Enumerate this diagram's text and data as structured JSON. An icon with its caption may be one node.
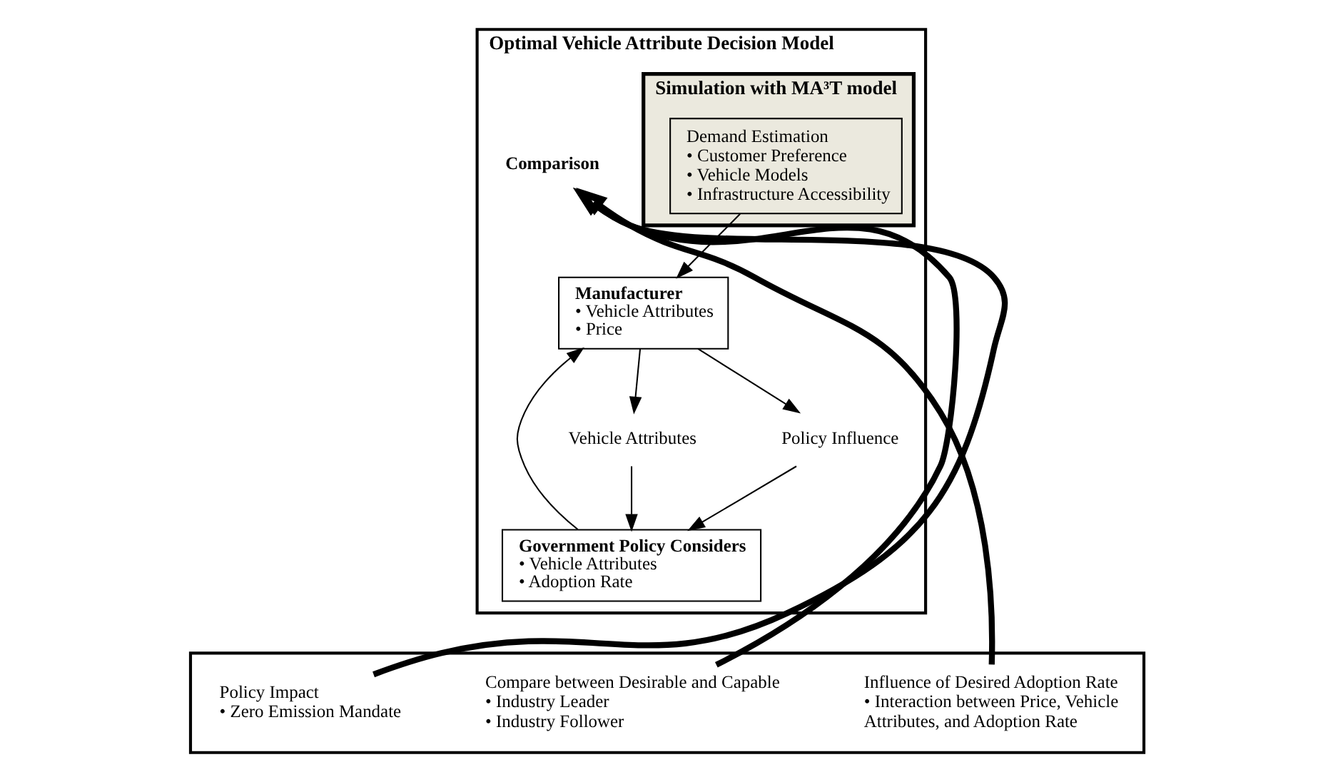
{
  "diagram": {
    "nodes": [
      {
        "text": [
          "Optimal Vehicle Attribute Decision Model"
        ]
      },
      {
        "text": [
          "Simulation with MA³T model"
        ],
        "in": 0
      },
      {
        "text": [
          "Demand Estimation",
          "• Customer Preference",
          "• Vehicle Models",
          "• Infrastructure Accessibility"
        ],
        "in": 1
      },
      {
        "text": [
          "Government Policy Considers",
          "• Vehicle Attributes",
          "• Adoption Rate"
        ],
        "in": 0
      },
      {
        "text": [
          "Manufacturer",
          "• Vehicle Attributes",
          "• Price"
        ],
        "in": 0
      },
      {
        "text": [
          "Vehicle Attributes"
        ],
        "in": 0
      },
      {
        "text": [
          "Policy Influence"
        ],
        "in": 0
      },
      {
        "text": [
          "Comparison"
        ],
        "in": 0
      },
      {
        "text": [],
        "shape": "box"
      },
      {
        "text": [
          "Influence of Desired Adoption Rate",
          "• Interaction between Price, Vehicle Attributes, and Adoption Rate"
        ],
        "in": 8
      },
      {
        "text": [
          "Compare between Desirable and Capable",
          "• Industry Leader",
          "• Industry Follower"
        ],
        "in": 8
      },
      {
        "text": [
          "Policy Impact",
          "• Zero Emission Mandate"
        ],
        "in": 8
      }
    ],
    "edges": [
      {
        "from": 3,
        "to": 4,
        "arrow": "to"
      },
      {
        "from": 2,
        "to": 4,
        "arrow": "to"
      },
      {
        "from": 4,
        "to": 5,
        "arrow": "to"
      },
      {
        "from": 4,
        "to": 6,
        "arrow": "to"
      },
      {
        "from": 5,
        "to": 3,
        "arrow": "to"
      },
      {
        "from": 6,
        "to": 3,
        "arrow": "to"
      },
      {
        "from": 9,
        "to": 7,
        "arrow": "to",
        "style": "thick"
      },
      {
        "from": 10,
        "to": 7,
        "arrow": "to",
        "style": "thick"
      },
      {
        "from": 11,
        "to": 7,
        "arrow": "to",
        "style": "thick"
      }
    ]
  }
}
